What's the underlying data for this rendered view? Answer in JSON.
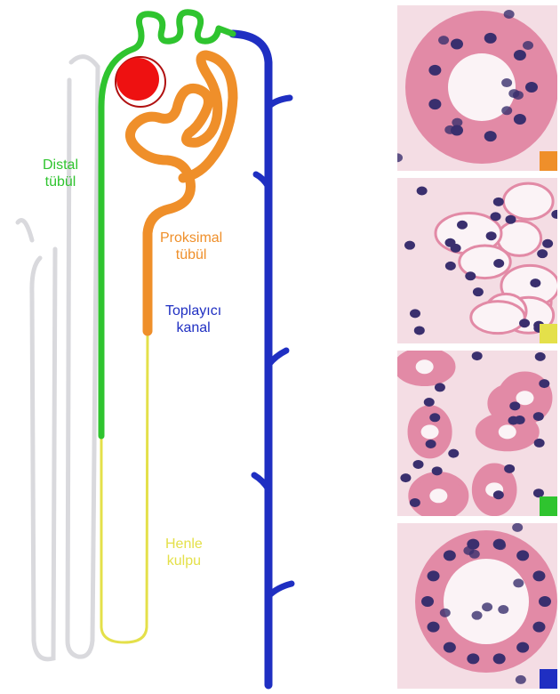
{
  "labels": {
    "distal": [
      "Distal",
      "tübül"
    ],
    "proximal": [
      "Proksimal",
      "tübül"
    ],
    "collecting": [
      "Toplayıcı",
      "kanal"
    ],
    "henle": [
      "Henle",
      "kulpu"
    ]
  },
  "colors": {
    "proximal": "#ef8f2a",
    "henle": "#e4e04a",
    "distal": "#2fc42f",
    "collecting": "#1f2fc2",
    "glomerulus": "#ee1111",
    "capsule": "#b01010",
    "ghost": "#d9d9dd",
    "tissue_bg": "#f4dde4",
    "cytoplasm": "#e28aa6",
    "nucleus": "#3a2f6e"
  },
  "panels": [
    {
      "name": "proximal-tubule-histology",
      "swatch": "proximal"
    },
    {
      "name": "henle-loop-histology",
      "swatch": "henle"
    },
    {
      "name": "distal-tubule-histology",
      "swatch": "distal"
    },
    {
      "name": "collecting-duct-histology",
      "swatch": "collecting"
    }
  ]
}
